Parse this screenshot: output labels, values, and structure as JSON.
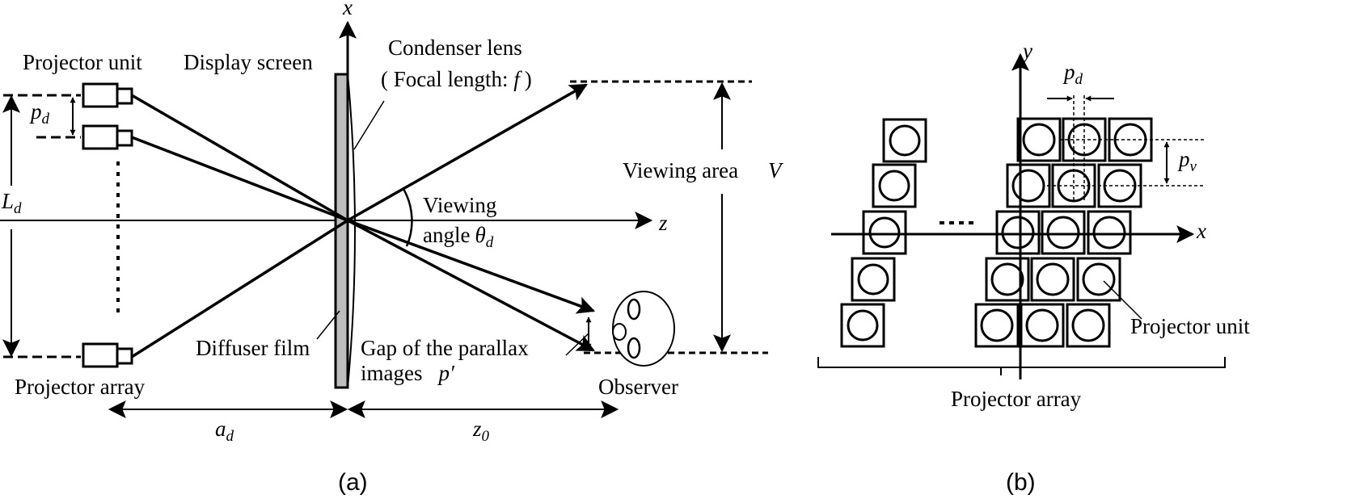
{
  "panel_a": {
    "caption": "(a)",
    "labels": {
      "axis_x": "x",
      "axis_z": "z",
      "projector_unit": "Projector unit",
      "display_screen": "Display screen",
      "condenser_lens": "Condenser lens",
      "focal_length": "( Focal length: ",
      "focal_symbol": "f",
      "focal_close": ")",
      "viewing_area": "Viewing area",
      "viewing_area_symbol": "V",
      "viewing": "Viewing",
      "angle": "angle",
      "theta": "θ",
      "theta_sub": "d",
      "p": "p",
      "p_sub": "d",
      "L": "L",
      "L_sub": "d",
      "diffuser_film": "Diffuser film",
      "gap_line1": "Gap of the parallax",
      "gap_line2": "images",
      "p_prime": "p′",
      "projector_array": "Projector array",
      "observer": "Observer",
      "a": "a",
      "a_sub": "d",
      "z": "z",
      "z_sub": "0"
    }
  },
  "panel_b": {
    "caption": "(b)",
    "labels": {
      "axis_y": "y",
      "axis_x": "x",
      "p": "p",
      "pd_sub": "d",
      "pv_sub": "v",
      "dots": "····",
      "projector_unit": "Projector unit",
      "projector_array": "Projector array"
    }
  }
}
